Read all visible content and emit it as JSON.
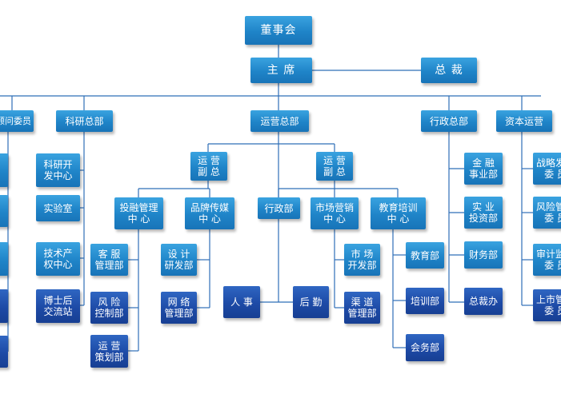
{
  "org": {
    "board": "董事会",
    "chairman": "主 席",
    "president": "总 裁",
    "divisions": {
      "expert_committee": "专家顾问委员",
      "research_hq": "科研总部",
      "operations_hq": "运营总部",
      "admin_hq": "行政总部",
      "capital_ops": "资本运营"
    },
    "research_units": [
      "科研开\n发中心",
      "实验室",
      "技术产\n权中心",
      "博士后\n交流站"
    ],
    "vice_presidents": [
      "运   营\n副   总",
      "运   营\n副   总"
    ],
    "centers": {
      "investment": "投融管理\n中   心",
      "brand": "品牌传媒\n中   心",
      "admin_dept": "行政部",
      "marketing": "市场营销\n中   心",
      "education": "教育培训\n中   心"
    },
    "investment_units": [
      "客   服\n管理部",
      "风   险\n控制部",
      "运   营\n策划部"
    ],
    "brand_units": [
      "设   计\n研发部",
      "网   络\n管理部"
    ],
    "admin_units": [
      "人   事",
      "后   勤"
    ],
    "marketing_units": [
      "市   场\n开发部",
      "渠   道\n管理部"
    ],
    "education_units": [
      "教育部",
      "培训部",
      "会务部"
    ],
    "admin_hq_units": [
      "金   融\n事业部",
      "实   业\n投资部",
      "财务部",
      "总裁办"
    ],
    "capital_units": [
      "战略发展\n委   员",
      "风险管理\n委   员",
      "审计监察\n委   员",
      "上市管理\n委   员"
    ]
  }
}
